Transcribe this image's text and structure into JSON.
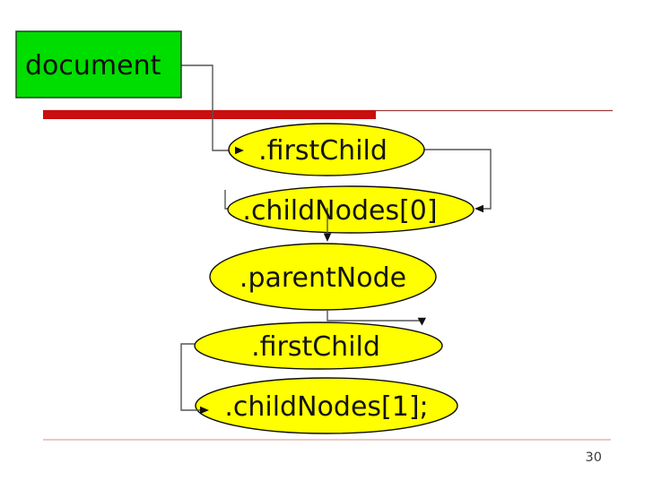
{
  "page": {
    "number": "30"
  },
  "diagram": {
    "root": {
      "label": "document"
    },
    "nodes": [
      {
        "label": ".firstChild"
      },
      {
        "label": ".childNodes[0]"
      },
      {
        "label": ".parentNode"
      },
      {
        "label": ".firstChild"
      },
      {
        "label": ".childNodes[1];"
      }
    ]
  },
  "colors": {
    "root_fill": "#00de00",
    "node_fill": "#ffff00",
    "accent_bar": "#c90f0f",
    "top_rule": "#9d3a38",
    "bottom_rule": "#e2a49e"
  }
}
